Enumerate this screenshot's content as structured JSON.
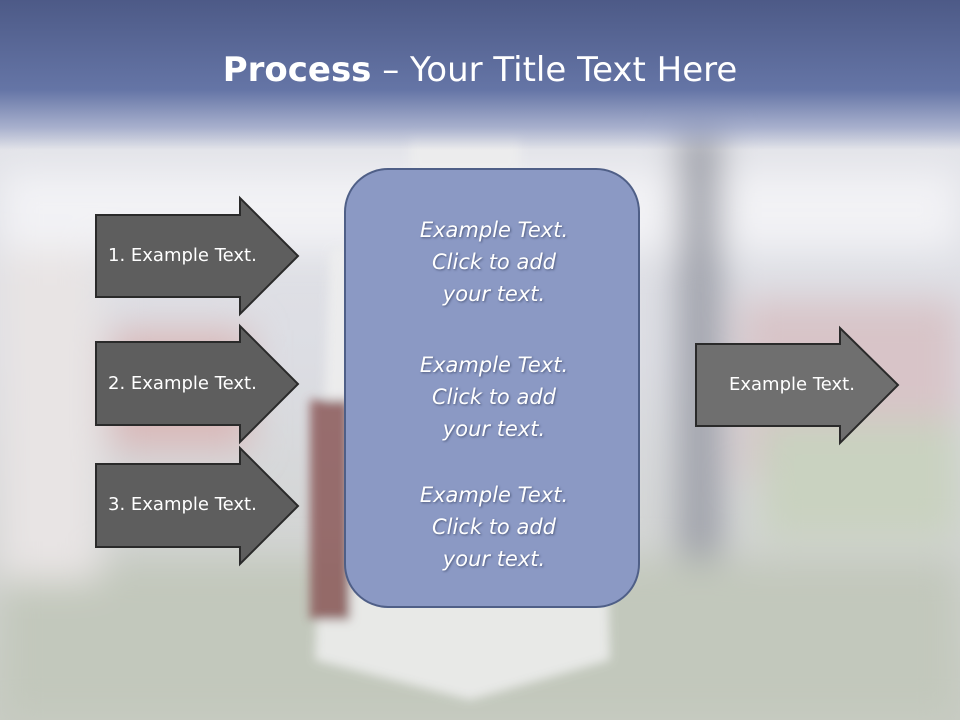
{
  "title": {
    "bold": "Process",
    "rest": " – Your Title Text Here"
  },
  "left_arrows": [
    {
      "label": "1. Example Text."
    },
    {
      "label": "2. Example Text."
    },
    {
      "label": "3. Example Text."
    }
  ],
  "center_box": {
    "blocks": [
      {
        "line1": "Example Text.",
        "line2": "Click  to add",
        "line3": "your text."
      },
      {
        "line1": "Example Text.",
        "line2": "Click  to add",
        "line3": "your text."
      },
      {
        "line1": "Example Text.",
        "line2": "Click  to add",
        "line3": "your text."
      }
    ]
  },
  "right_arrow": {
    "label": "Example Text."
  },
  "colors": {
    "arrow_fill": "#5e5e5e",
    "arrow_stroke": "#2a2a2a",
    "right_arrow_fill": "#6f6f6f",
    "center_fill": "#8b99c4",
    "title_band": "#4d5a87"
  }
}
